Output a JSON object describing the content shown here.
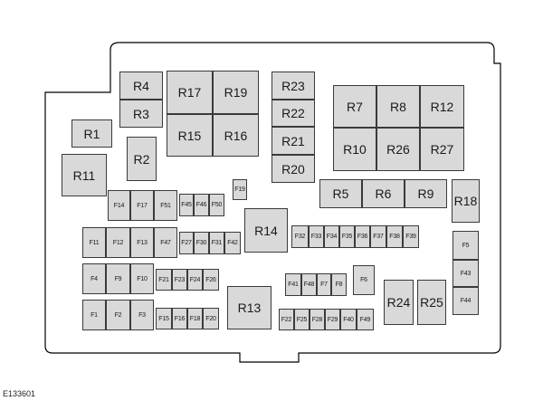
{
  "diagram": {
    "caption": "E133601",
    "box_fill": "#d9d9d9",
    "box_stroke": "#3a3a3a",
    "outline_stroke": "#000000",
    "relays": [
      "R1",
      "R2",
      "R3",
      "R4",
      "R5",
      "R6",
      "R7",
      "R8",
      "R9",
      "R10",
      "R11",
      "R12",
      "R13",
      "R14",
      "R15",
      "R16",
      "R17",
      "R18",
      "R19",
      "R20",
      "R21",
      "R22",
      "R23",
      "R24",
      "R25",
      "R26",
      "R27"
    ],
    "fuses": [
      "F1",
      "F2",
      "F3",
      "F4",
      "F5",
      "F6",
      "F7",
      "F8",
      "F9",
      "F10",
      "F11",
      "F12",
      "F13",
      "F14",
      "F15",
      "F16",
      "F17",
      "F18",
      "F19",
      "F20",
      "F21",
      "F22",
      "F23",
      "F24",
      "F25",
      "F26",
      "F27",
      "F28",
      "F29",
      "F30",
      "F31",
      "F32",
      "F33",
      "F34",
      "F35",
      "F36",
      "F37",
      "F38",
      "F39",
      "F40",
      "F41",
      "F42",
      "F43",
      "F44",
      "F45",
      "F46",
      "F47",
      "F48",
      "F49",
      "F50",
      "F51"
    ]
  }
}
